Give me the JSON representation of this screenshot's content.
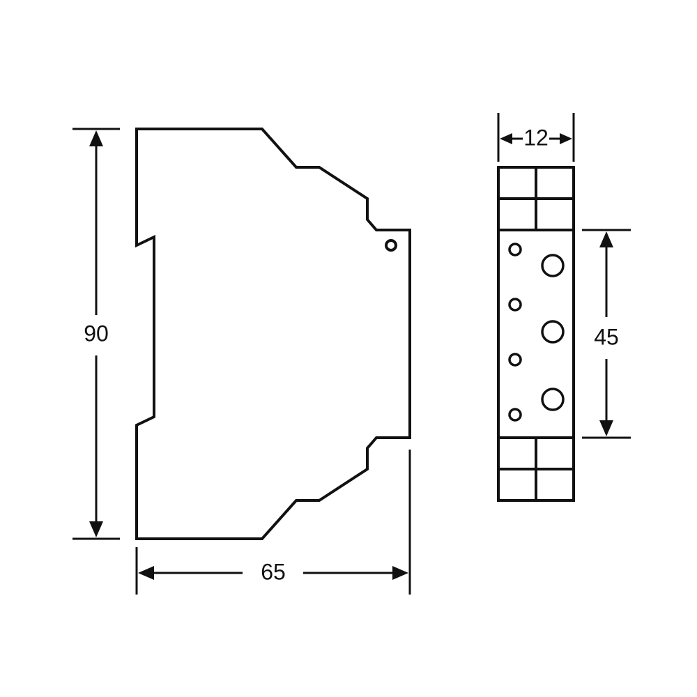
{
  "side_view": {
    "height_label": "90",
    "width_label": "65"
  },
  "front_view": {
    "width_label": "12",
    "height_label": "45"
  },
  "colors": {
    "line": "#111111",
    "background": "#ffffff"
  }
}
